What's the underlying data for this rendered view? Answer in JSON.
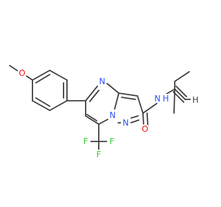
{
  "structure": {
    "atoms": {
      "methoxy_o": {
        "text": "O",
        "color": "#ff0d0d"
      },
      "ring_n_top": {
        "text": "N",
        "color": "#3050f8"
      },
      "ring_n_bridge": {
        "text": "N",
        "color": "#3050f8"
      },
      "ring_n_pyrazole": {
        "text": "N",
        "color": "#3050f8"
      },
      "amide_n": {
        "text": "N",
        "color": "#3050f8"
      },
      "amide_h": {
        "text": "H",
        "color": "#3050f8"
      },
      "amide_o": {
        "text": "O",
        "color": "#ff0d0d"
      },
      "alkyne_h": {
        "text": "H",
        "color": "#3c3c3c"
      },
      "f_left": {
        "text": "F",
        "color": "#33cc33"
      },
      "f_right": {
        "text": "F",
        "color": "#33cc33"
      },
      "f_bottom": {
        "text": "F",
        "color": "#33cc33"
      }
    },
    "bond_color": "#3c3c3c",
    "background": "#ffffff"
  }
}
